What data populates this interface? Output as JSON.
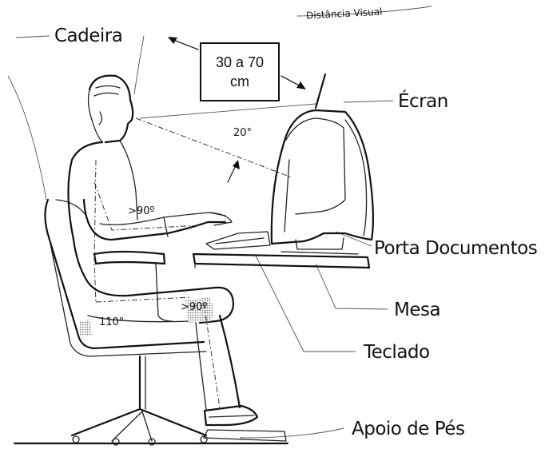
{
  "labels": {
    "distance_visual": "Distância Visual",
    "distance_value_line1": "30 a 70",
    "distance_value_line2": "cm",
    "cadeira": "Cadeira",
    "ecran": "Écran",
    "angle_screen": "20°",
    "angle_elbow": ">90º",
    "angle_knee": ">90º",
    "angle_hip": "110°",
    "porta_documentos": "Porta Documentos",
    "mesa": "Mesa",
    "teclado": "Teclado",
    "apoio_de_pes": "Apoio de Pés"
  },
  "colors": {
    "line": "#222222",
    "shading": "#9a9a9a",
    "background": "#ffffff"
  }
}
